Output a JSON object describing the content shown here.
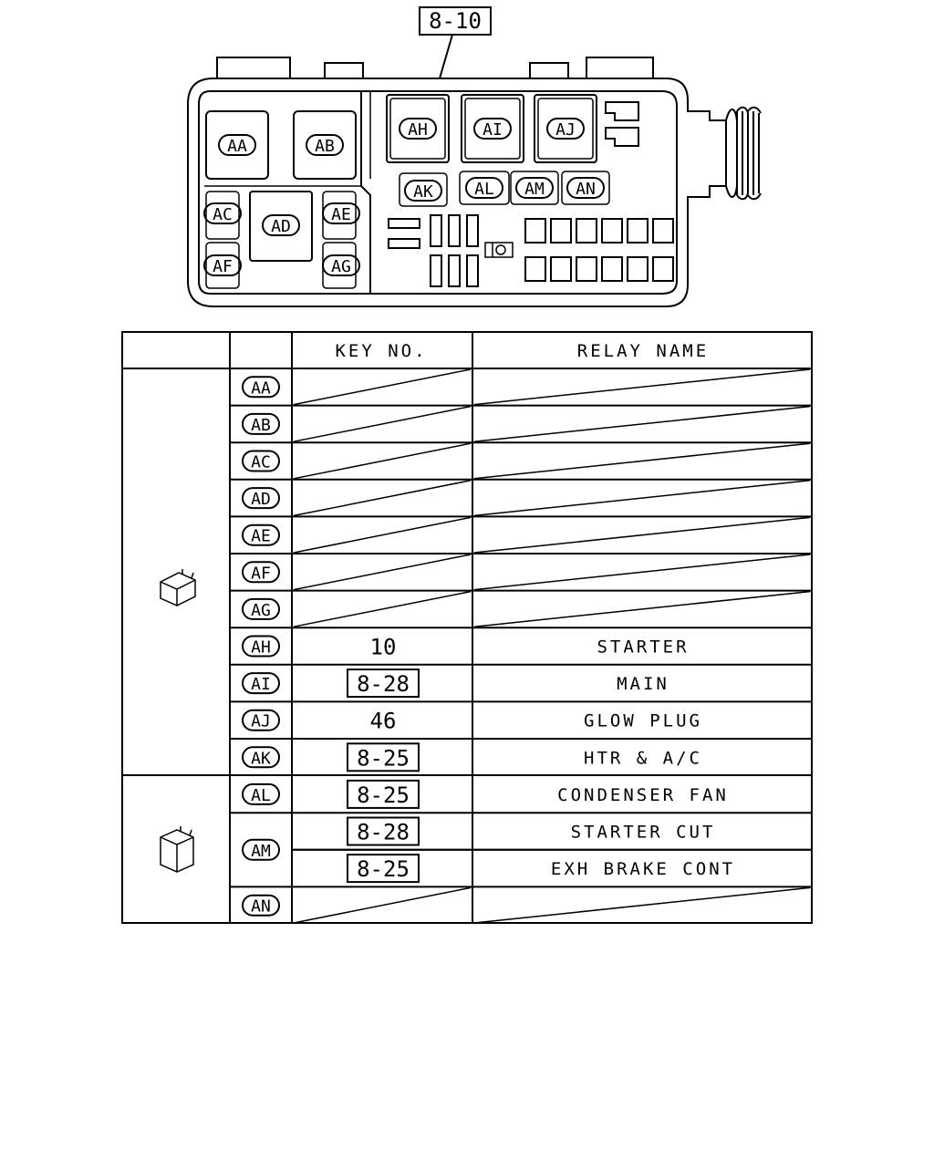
{
  "diagram": {
    "ref_box": "8-10",
    "box_labels": {
      "AA": "AA",
      "AB": "AB",
      "AC": "AC",
      "AD": "AD",
      "AE": "AE",
      "AF": "AF",
      "AG": "AG",
      "AH": "AH",
      "AI": "AI",
      "AJ": "AJ",
      "AK": "AK",
      "AL": "AL",
      "AM": "AM",
      "AN": "AN"
    }
  },
  "table": {
    "headers": {
      "col1": "",
      "col2": "",
      "key": "KEY NO.",
      "relay": "RELAY NAME"
    },
    "groups": [
      {
        "icon": "small-relay-icon"
      },
      {
        "icon": "tall-relay-icon"
      }
    ],
    "rows": [
      {
        "code": "AA",
        "key": "",
        "key_boxed": false,
        "name": "",
        "blank": true
      },
      {
        "code": "AB",
        "key": "",
        "key_boxed": false,
        "name": "",
        "blank": true
      },
      {
        "code": "AC",
        "key": "",
        "key_boxed": false,
        "name": "",
        "blank": true
      },
      {
        "code": "AD",
        "key": "",
        "key_boxed": false,
        "name": "",
        "blank": true
      },
      {
        "code": "AE",
        "key": "",
        "key_boxed": false,
        "name": "",
        "blank": true
      },
      {
        "code": "AF",
        "key": "",
        "key_boxed": false,
        "name": "",
        "blank": true
      },
      {
        "code": "AG",
        "key": "",
        "key_boxed": false,
        "name": "",
        "blank": true
      },
      {
        "code": "AH",
        "key": "10",
        "key_boxed": false,
        "name": "STARTER",
        "blank": false
      },
      {
        "code": "AI",
        "key": "8-28",
        "key_boxed": true,
        "name": "MAIN",
        "blank": false
      },
      {
        "code": "AJ",
        "key": "46",
        "key_boxed": false,
        "name": "GLOW PLUG",
        "blank": false
      },
      {
        "code": "AK",
        "key": "8-25",
        "key_boxed": true,
        "name": "HTR & A/C",
        "blank": false
      },
      {
        "code": "AL",
        "key": "8-25",
        "key_boxed": true,
        "name": "CONDENSER FAN",
        "blank": false
      },
      {
        "code": "AM",
        "key": "8-28",
        "key_boxed": true,
        "name": "STARTER CUT",
        "blank": false
      },
      {
        "code": "",
        "key": "8-25",
        "key_boxed": true,
        "name": "EXH BRAKE CONT",
        "blank": false
      },
      {
        "code": "AN",
        "key": "",
        "key_boxed": false,
        "name": "",
        "blank": true
      }
    ]
  }
}
